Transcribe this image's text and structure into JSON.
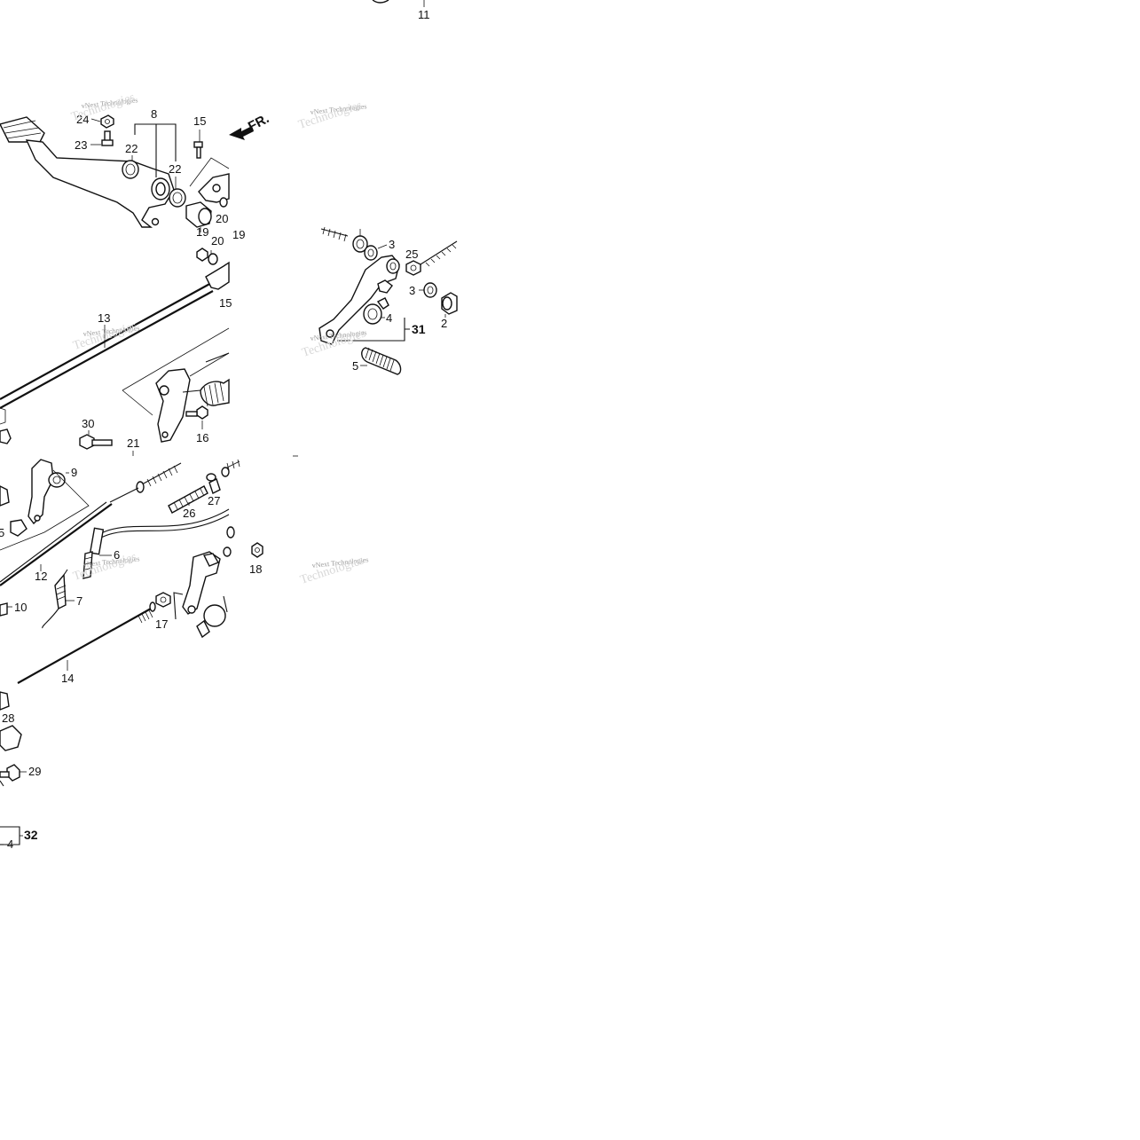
{
  "callouts": {
    "c11": "11",
    "c24": "24",
    "c8": "8",
    "c15a": "15",
    "c23": "23",
    "c22a": "22",
    "c22b": "22",
    "c20a": "20",
    "c19a": "19",
    "c19b": "19",
    "c20b": "20",
    "c15b": "15",
    "c13": "13",
    "c30": "30",
    "c21": "21",
    "c16": "16",
    "c9": "9",
    "c5a": "5",
    "c26": "26",
    "c27": "27",
    "c6": "6",
    "c12": "12",
    "c7": "7",
    "c10": "10",
    "c18": "18",
    "c17": "17",
    "c14": "14",
    "c28": "28",
    "c29": "29",
    "c32": "32",
    "c4a": "4",
    "c3a": "3",
    "c25": "25",
    "c3b": "3",
    "c2": "2",
    "c4b": "4",
    "c31": "31",
    "c5b": "5"
  },
  "direction_label": "FR.",
  "watermarks": {
    "w1": "vNext Technologies",
    "w2": "vNext Technologies",
    "w3": "vNext Technologies",
    "w4": "vNext Technologies",
    "w5": "vNext Technologies",
    "w6": "vNext Technologies"
  }
}
